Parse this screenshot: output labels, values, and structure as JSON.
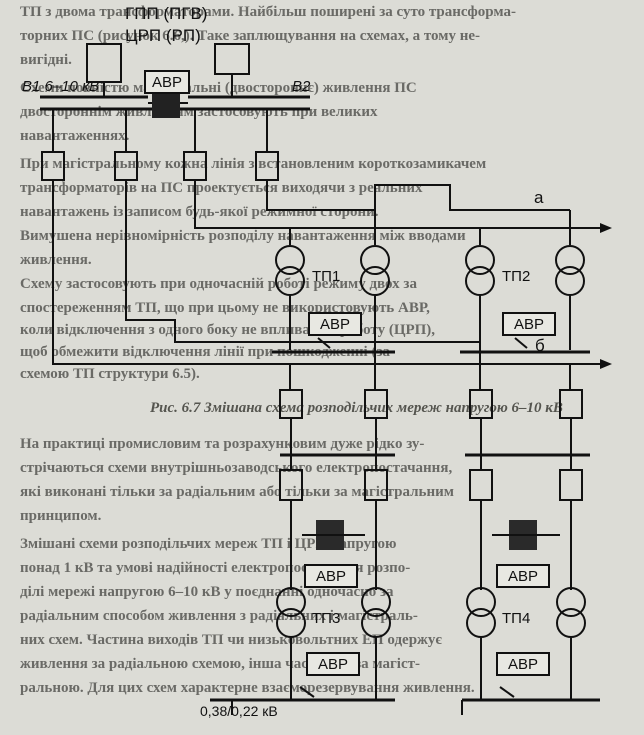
{
  "top_source": {
    "line1": "ГПП (ПГВ)",
    "line2": "ЦРП (РП)"
  },
  "bus": {
    "section1": "В1",
    "voltage": "6–10 кВ",
    "section2": "В2"
  },
  "lines": {
    "a": "а",
    "b": "б"
  },
  "substations": [
    "ТП1",
    "ТП2",
    "ТП3",
    "ТП4"
  ],
  "avr": "АВР",
  "low_voltage": "0,38/0,22 кВ",
  "background_text": [
    "ТП з двома трансформаторами. Найбільш поширені за суто трансформа-",
    "торних ПС (рисунок 6.6,). Таке заплющування на схемах, а тому не-",
    "вигідні.",
    "Схеми повністю магістральні (двостороннє) живлення ПС",
    "двостороннім живленням застосовують при великих",
    "навантаженнях.",
    "При магістральному кожна лінія з встановленим короткозамикачем",
    "трансформаторів на ПС проектується виходячи з реальних",
    "навантажень із записом будь-якої режимної сторони.",
    "Вимушена нерівномірність розподілу навантаження між вводами",
    "живлення.",
    "Схему застосовують при одночасній роботі режиму двох за",
    "спостереженням ТП, що при цьому не використовують АВР,",
    "коли відключення з одного боку не впливає на роботу (ЦРП),",
    "щоб обмежити відключення лінії при пошкодженні (за",
    "схемою ТП структури 6.5).",
    "Рис. 6.7 Змішана схема розподільчих мереж напругою 6–10 кВ",
    "На практиці промисловим та розрахунковим дуже рідко зу-",
    "стрічаються схеми внутрішньозаводського електропостачання,",
    "які виконані тільки за радіальним або тільки за магістральним",
    "принципом.",
    "Змішані схеми розподільчих мереж ТП і ЦРП напругою",
    "понад 1 кВ та умові надійності електропостачання розпо-",
    "ділі мережі напругою 6–10 кВ у поєднанні одночасно за",
    "радіальним способом живлення з радіальних і магістраль-",
    "них схем. Частина виходів ТП чи низьковольтних ЕП одержує",
    "живлення за радіальною схемою, інша частина – за магіст-",
    "ральною. Для цих схем характерне взаєморезервування живлення."
  ]
}
